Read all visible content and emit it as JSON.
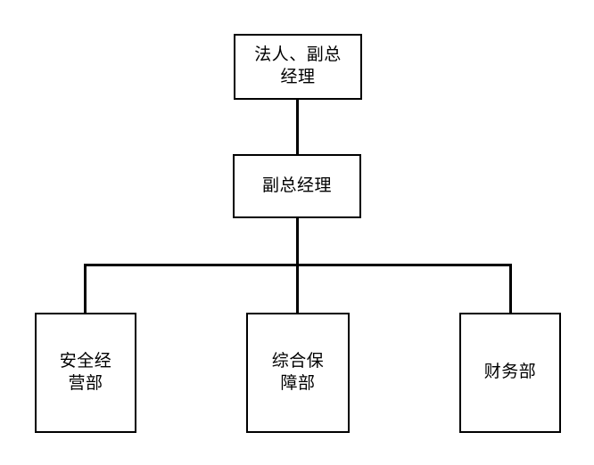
{
  "diagram": {
    "type": "org-chart",
    "colors": {
      "line": "#000000",
      "text": "#000000",
      "background": "#ffffff"
    },
    "nodes": {
      "root": {
        "label": "法人、副总\n经理"
      },
      "deputy": {
        "label": "副总经理"
      },
      "dept1": {
        "label": "安全经\n营部"
      },
      "dept2": {
        "label": "综合保\n障部"
      },
      "dept3": {
        "label": "财务部"
      }
    },
    "edges": [
      {
        "from": "root",
        "to": "deputy"
      },
      {
        "from": "deputy",
        "to": "dept1"
      },
      {
        "from": "deputy",
        "to": "dept2"
      },
      {
        "from": "deputy",
        "to": "dept3"
      }
    ]
  }
}
